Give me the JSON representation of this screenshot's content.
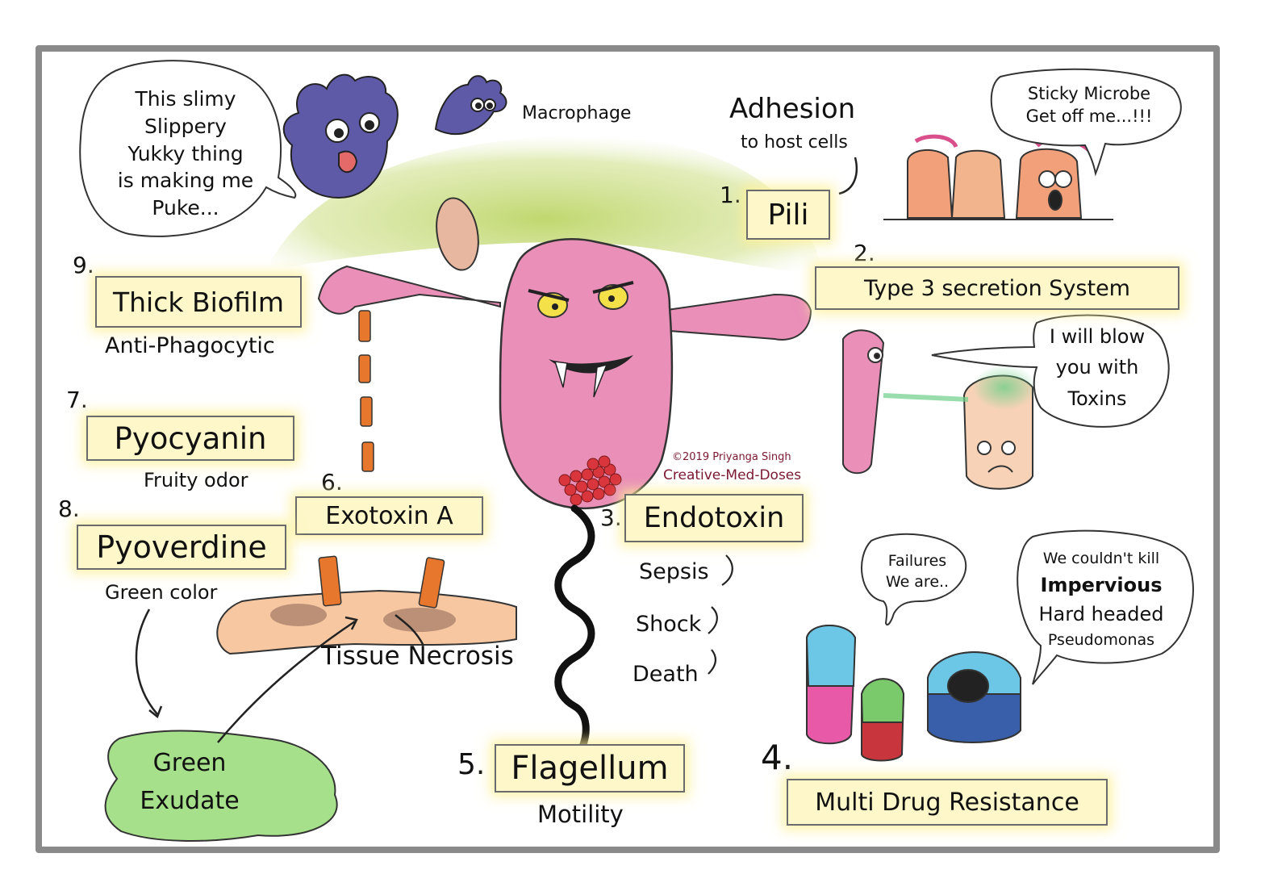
{
  "credit": {
    "copyright": "©2019 Priyanga Singh",
    "brand": "Creative-Med-Doses"
  },
  "macrophage": {
    "label": "Macrophage",
    "speech": [
      "This slimy",
      "Slippery",
      "Yukky thing",
      "is making me",
      "Puke..."
    ]
  },
  "adhesion": {
    "title": "Adhesion",
    "subtitle": "to host cells",
    "speech": [
      "Sticky Microbe",
      "Get off me...!!!"
    ]
  },
  "items": [
    {
      "num": "1.",
      "label": "Pili"
    },
    {
      "num": "2.",
      "label": "Type 3 secretion System",
      "speech": [
        "I will blow",
        "you with",
        "Toxins"
      ]
    },
    {
      "num": "3.",
      "label": "Endotoxin",
      "chain": [
        "Sepsis",
        "Shock",
        "Death"
      ]
    },
    {
      "num": "4.",
      "label": "Multi Drug Resistance",
      "speech_small": [
        "Failures",
        "We are.."
      ],
      "speech_big": [
        "We couldn't kill",
        "Impervious",
        "Hard headed",
        "Pseudomonas"
      ]
    },
    {
      "num": "5.",
      "label": "Flagellum",
      "sub": "Motility"
    },
    {
      "num": "6.",
      "label": "Exotoxin A",
      "sub": "Tissue Necrosis"
    },
    {
      "num": "7.",
      "label": "Pyocyanin",
      "sub": "Fruity odor"
    },
    {
      "num": "8.",
      "label": "Pyoverdine",
      "sub": "Green color",
      "result": [
        "Green",
        "Exudate"
      ]
    },
    {
      "num": "9.",
      "label": "Thick Biofilm",
      "sub": "Anti-Phagocytic"
    }
  ],
  "colors": {
    "bacterium": "#e98fb8",
    "biofilm": "#c9dc7e",
    "label_bg": "#fdf7c9",
    "exudate": "#a6e08a",
    "frame": "#8a8a8a"
  }
}
